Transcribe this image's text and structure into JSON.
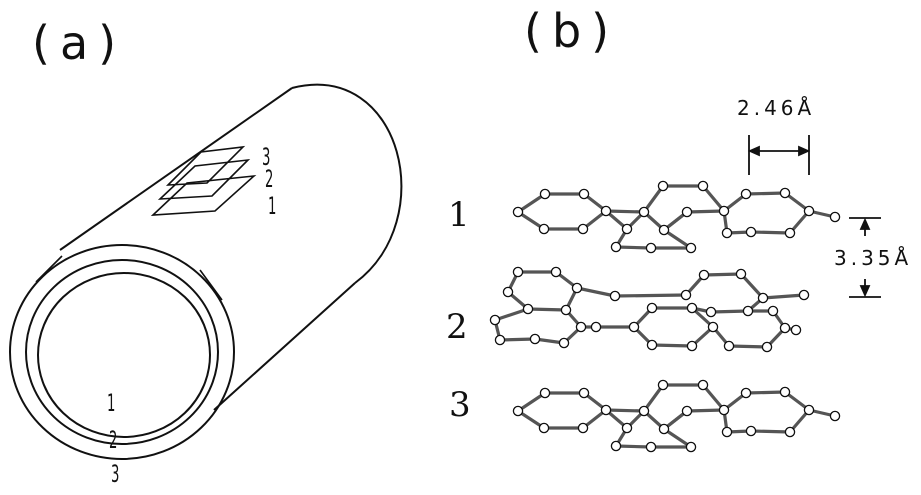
{
  "panels": {
    "a": {
      "label": "(a)",
      "sheet_labels": [
        "3",
        "2",
        "1"
      ],
      "wall_labels": [
        "1",
        "2",
        "3"
      ]
    },
    "b": {
      "label": "(b)",
      "layer_labels": [
        "1",
        "2",
        "3"
      ],
      "in_plane_spacing": "2.46Å",
      "interlayer_spacing": "3.35Å"
    }
  },
  "colors": {
    "line": "#111111",
    "bond": "#555555",
    "atom_fill": "#ffffff",
    "background": "#ffffff"
  }
}
